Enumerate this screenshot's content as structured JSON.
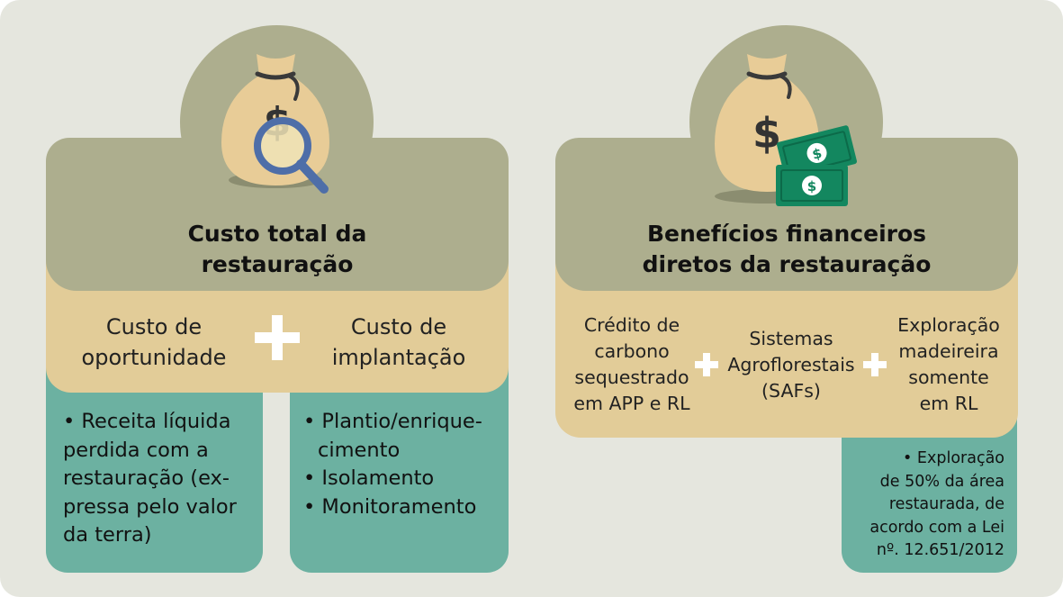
{
  "left_panel": {
    "icon": "money-bag-magnifier-icon",
    "title_line1": "Custo total da",
    "title_line2": "restauração",
    "item1_line1": "Custo de",
    "item1_line2": "oportunidade",
    "item2_line1": "Custo de",
    "item2_line2": "implantação",
    "details1": [
      "• Receita líquida",
      "perdida com a",
      "restauração (ex-",
      "pressa pelo valor",
      "da terra)"
    ],
    "details2": [
      "• Plantio/enrique-",
      "cimento",
      "• Isolamento",
      "• Monitoramento"
    ]
  },
  "right_panel": {
    "icon": "money-bag-cash-icon",
    "title_line1": "Benefícios financeiros",
    "title_line2": "diretos da restauração",
    "item1": [
      "Crédito de",
      "carbono",
      "sequestrado",
      "em APP e RL"
    ],
    "item2": [
      "Sistemas",
      "Agroflorestais",
      "(SAFs)"
    ],
    "item3": [
      "Exploração",
      "madeireira",
      "somente",
      "em RL"
    ],
    "details3": [
      "• Exploração",
      "de 50% da área",
      "restaurada, de",
      "acordo com a Lei",
      "nº. 12.651/2012"
    ]
  },
  "colors": {
    "background": "#e5e6de",
    "olive": "#adae8e",
    "tan": "#e2cc98",
    "teal": "#6cb1a1",
    "bag": "#e8cc97",
    "magnifier": "#4e6ea8",
    "money": "#13875f"
  }
}
